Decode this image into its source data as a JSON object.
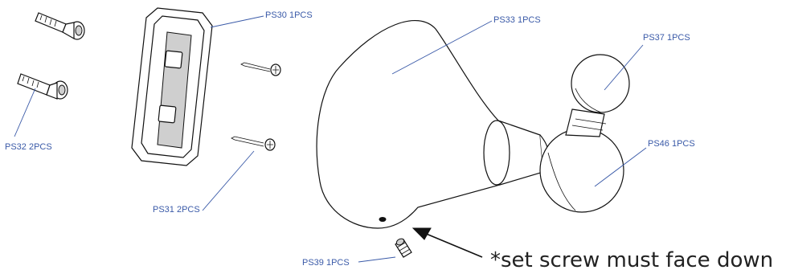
{
  "parts": {
    "ps30": "PS30 1PCS",
    "ps33": "PS33 1PCS",
    "ps37": "PS37 1PCS",
    "ps46": "PS46 1PCS",
    "ps32": "PS32 2PCS",
    "ps31": "PS31 2PCS",
    "ps39": "PS39 1PCS"
  },
  "note": "*set screw must face down",
  "colors": {
    "label": "#3a5aa8",
    "ink": "#111111"
  }
}
